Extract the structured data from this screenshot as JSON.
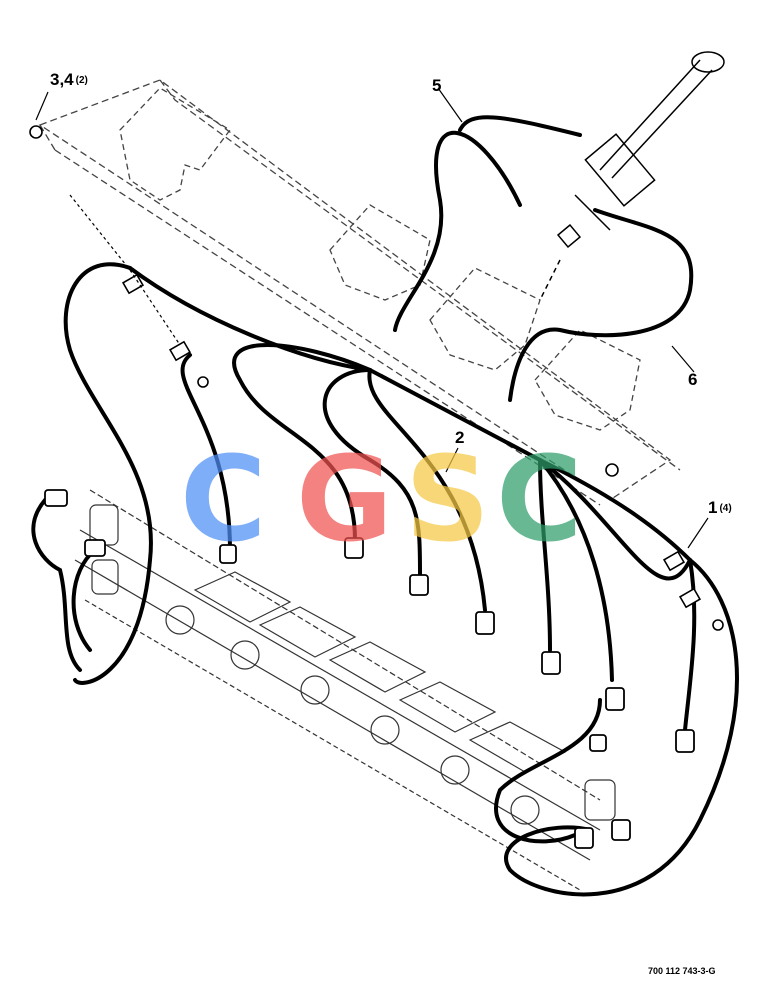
{
  "callouts": [
    {
      "id": "3-4",
      "label": "3,4",
      "qty": "(2)"
    },
    {
      "id": "5",
      "label": "5",
      "qty": ""
    },
    {
      "id": "2",
      "label": "2",
      "qty": ""
    },
    {
      "id": "1",
      "label": "1",
      "qty": "(4)"
    },
    {
      "id": "6",
      "label": "6",
      "qty": ""
    }
  ],
  "drawing_number": "700 112 743-3-G",
  "watermark": {
    "letters": [
      "C",
      "G",
      "S",
      "C"
    ],
    "colors": [
      "#4f8ff7",
      "#ef5350",
      "#f6c945",
      "#2e9e6a"
    ]
  },
  "colors": {
    "line": "#000000",
    "frame": "#444444"
  }
}
